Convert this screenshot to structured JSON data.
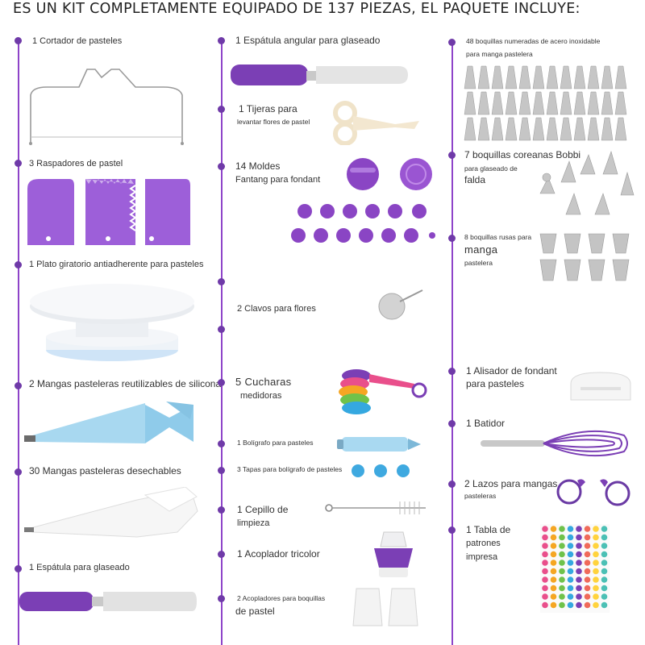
{
  "title": "ES UN KIT COMPLETAMENTE EQUIPADO DE 137 PIEZAS, EL PAQUETE INCLUYE:",
  "colors": {
    "accent_line": "#8e44c9",
    "bullet": "#6f3aa8",
    "purple": "#7b3fb5",
    "light_purple": "#a672d6",
    "blue_bag": "#9dd3ee",
    "silver": "#c8c8c8"
  },
  "left": [
    {
      "label": "1 Cortador de pasteles"
    },
    {
      "label": "3 Raspadores de pastel"
    },
    {
      "label": "1 Plato giratorio antiadherente para pasteles"
    },
    {
      "label": "2 Mangas pasteleras reutilizables de silicona"
    },
    {
      "label": "30 Mangas pasteleras desechables"
    },
    {
      "label": "1 Espátula para glaseado"
    }
  ],
  "middle": {
    "spatula": "1 Espátula angular para glaseado",
    "scissors_a": "1 Tijeras para",
    "scissors_b": "levantar flores de pastel",
    "molds_a": "14 Moldes",
    "molds_b": "Fantang para fondant",
    "nails": "2 Clavos para flores",
    "spoons_a": "5 Cucharas",
    "spoons_b": "medidoras",
    "pen": "1 Bolígrafo para pasteles",
    "caps": "3 Tapas para bolígrafo de pasteles",
    "brush_a": "1 Cepillo de",
    "brush_b": "limpieza",
    "coupler": "1 Acoplador tricolor",
    "couplers_a": "2 Acopladores para boquillas",
    "couplers_b": "de pastel"
  },
  "right": {
    "tips48_a": "48 boquillas numeradas de acero inoxidable",
    "tips48_b": "para manga pastelera",
    "korean_a": "7 boquillas coreanas Bobbi",
    "korean_b": "para glaseado de",
    "korean_c": "falda",
    "russian_a": "8 boquillas rusas para",
    "russian_b": "manga",
    "russian_c": "pastelera",
    "smoother_a": "1 Alisador de fondant",
    "smoother_b": "para pasteles",
    "whisk": "1 Batidor",
    "rings_a": "2 Lazos para mangas",
    "rings_b": "pasteleras",
    "chart_a": "1 Tabla de",
    "chart_b": "patrones",
    "chart_c": "impresa"
  },
  "icons": [
    "cake-cutter-icon",
    "scraper-icon",
    "turntable-icon",
    "silicone-bag-icon",
    "disposable-bag-icon",
    "spatula-icon",
    "angled-spatula-icon",
    "scissors-icon",
    "fondant-mold-icon",
    "flower-nail-icon",
    "measuring-spoon-icon",
    "decorating-pen-icon",
    "pen-cap-icon",
    "cleaning-brush-icon",
    "tricolor-coupler-icon",
    "coupler-icon",
    "piping-tip-icon",
    "korean-tip-icon",
    "russian-tip-icon",
    "fondant-smoother-icon",
    "whisk-icon",
    "bag-tie-icon",
    "pattern-chart-icon"
  ]
}
